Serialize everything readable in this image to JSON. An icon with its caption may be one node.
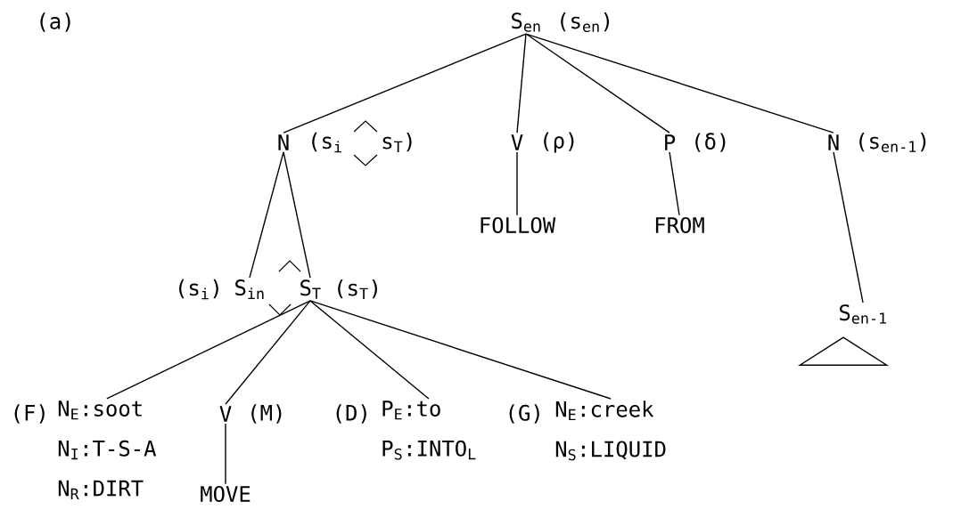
{
  "diagram": {
    "nodes": [
      {
        "text": [
          "S$_{en}$"
        ],
        "beside": [
          "(s$_{en}$)"
        ]
      },
      {
        "text": [
          "N"
        ],
        "beside": [
          "(s$_{i}$",
          "s$_{T}$)"
        ]
      },
      {
        "text": [
          "V"
        ],
        "beside": [
          "(ρ)"
        ]
      },
      {
        "text": [
          "P"
        ],
        "beside": [
          "(δ)"
        ]
      },
      {
        "text": [
          "N"
        ],
        "beside": [
          "(s$_{en-1}$)"
        ]
      },
      {
        "text": [
          "FOLLOW"
        ]
      },
      {
        "text": [
          "FROM"
        ]
      },
      {
        "text": [
          "S$_{en-1}$"
        ]
      },
      {
        "text": [
          "S$_{in}$"
        ],
        "beside": [
          "(s$_{i}$)"
        ]
      },
      {
        "text": [
          "S$_{T}$"
        ],
        "beside": [
          "(s$_{T}$)"
        ]
      },
      {
        "text": [
          "N$_{E}$:soot",
          "N$_{I}$:T-S-A",
          "N$_{R}$:DIRT"
        ],
        "beside": [
          "(F)"
        ]
      },
      {
        "text": [
          "V"
        ],
        "beside": [
          "(M)"
        ]
      },
      {
        "text": [
          "MOVE"
        ]
      },
      {
        "text": [
          "P$_{E}$:to",
          "P$_{S}$:INTO$_{L}$"
        ],
        "beside": [
          "(D)"
        ]
      },
      {
        "text": [
          "N$_{E}$:creek",
          "N$_{S}$:LIQUID"
        ],
        "beside": [
          "(G)"
        ]
      },
      {
        "text": [],
        "shape": "triangle"
      }
    ],
    "edges": [
      {
        "from": 0,
        "to": 1,
        "arrow": "none"
      },
      {
        "from": 0,
        "to": 2,
        "arrow": "none"
      },
      {
        "from": 0,
        "to": 3,
        "arrow": "none"
      },
      {
        "from": 0,
        "to": 4,
        "arrow": "none"
      },
      {
        "from": 2,
        "to": 5,
        "arrow": "none"
      },
      {
        "from": 3,
        "to": 6,
        "arrow": "none"
      },
      {
        "from": 4,
        "to": 7,
        "arrow": "none"
      },
      {
        "from": 1,
        "to": 8,
        "arrow": "none"
      },
      {
        "from": 1,
        "to": 9,
        "arrow": "none"
      },
      {
        "from": 9,
        "to": 10,
        "arrow": "none"
      },
      {
        "from": 9,
        "to": 11,
        "arrow": "none"
      },
      {
        "from": 9,
        "to": 13,
        "arrow": "none"
      },
      {
        "from": 9,
        "to": 14,
        "arrow": "none"
      },
      {
        "from": 11,
        "to": 12,
        "arrow": "none"
      }
    ],
    "labels": [
      "(a)"
    ]
  }
}
